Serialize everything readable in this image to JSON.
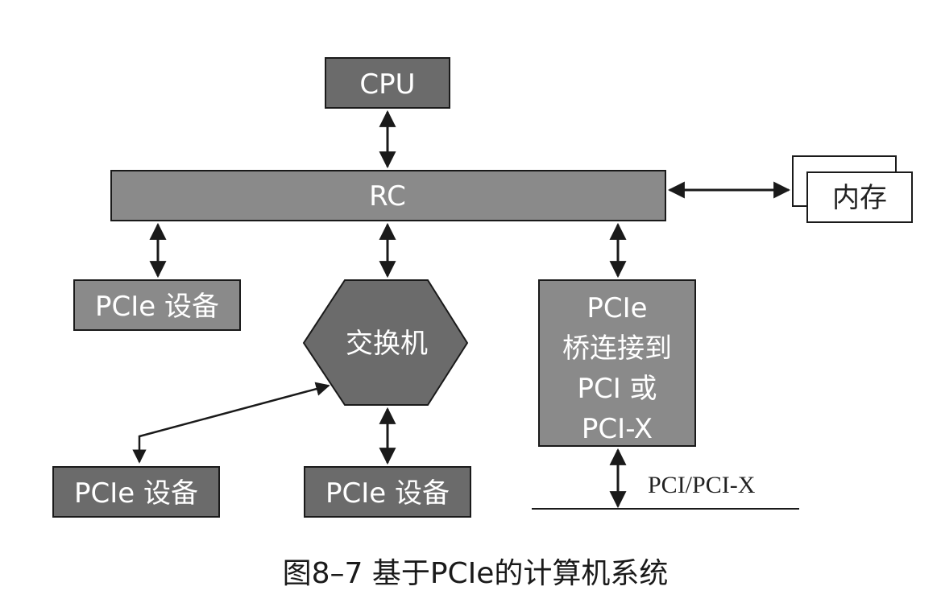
{
  "diagram": {
    "nodes": {
      "cpu": "CPU",
      "rc": "RC",
      "memory": "内存",
      "pcie_device_left": "PCIe 设备",
      "switch": "交换机",
      "bridge_lines": [
        "PCIe",
        "桥连接到",
        "PCI 或",
        "PCI-X"
      ],
      "pcie_device_bottom_left": "PCIe 设备",
      "pcie_device_bottom_mid": "PCIe 设备"
    },
    "bus_label": "PCI/PCI-X",
    "caption": "图8–7 基于PCIe的计算机系统"
  },
  "colors": {
    "box_dark": "#6b6b6b",
    "box_mid": "#8a8a8a",
    "stroke": "#1a1a1a",
    "white": "#ffffff"
  }
}
